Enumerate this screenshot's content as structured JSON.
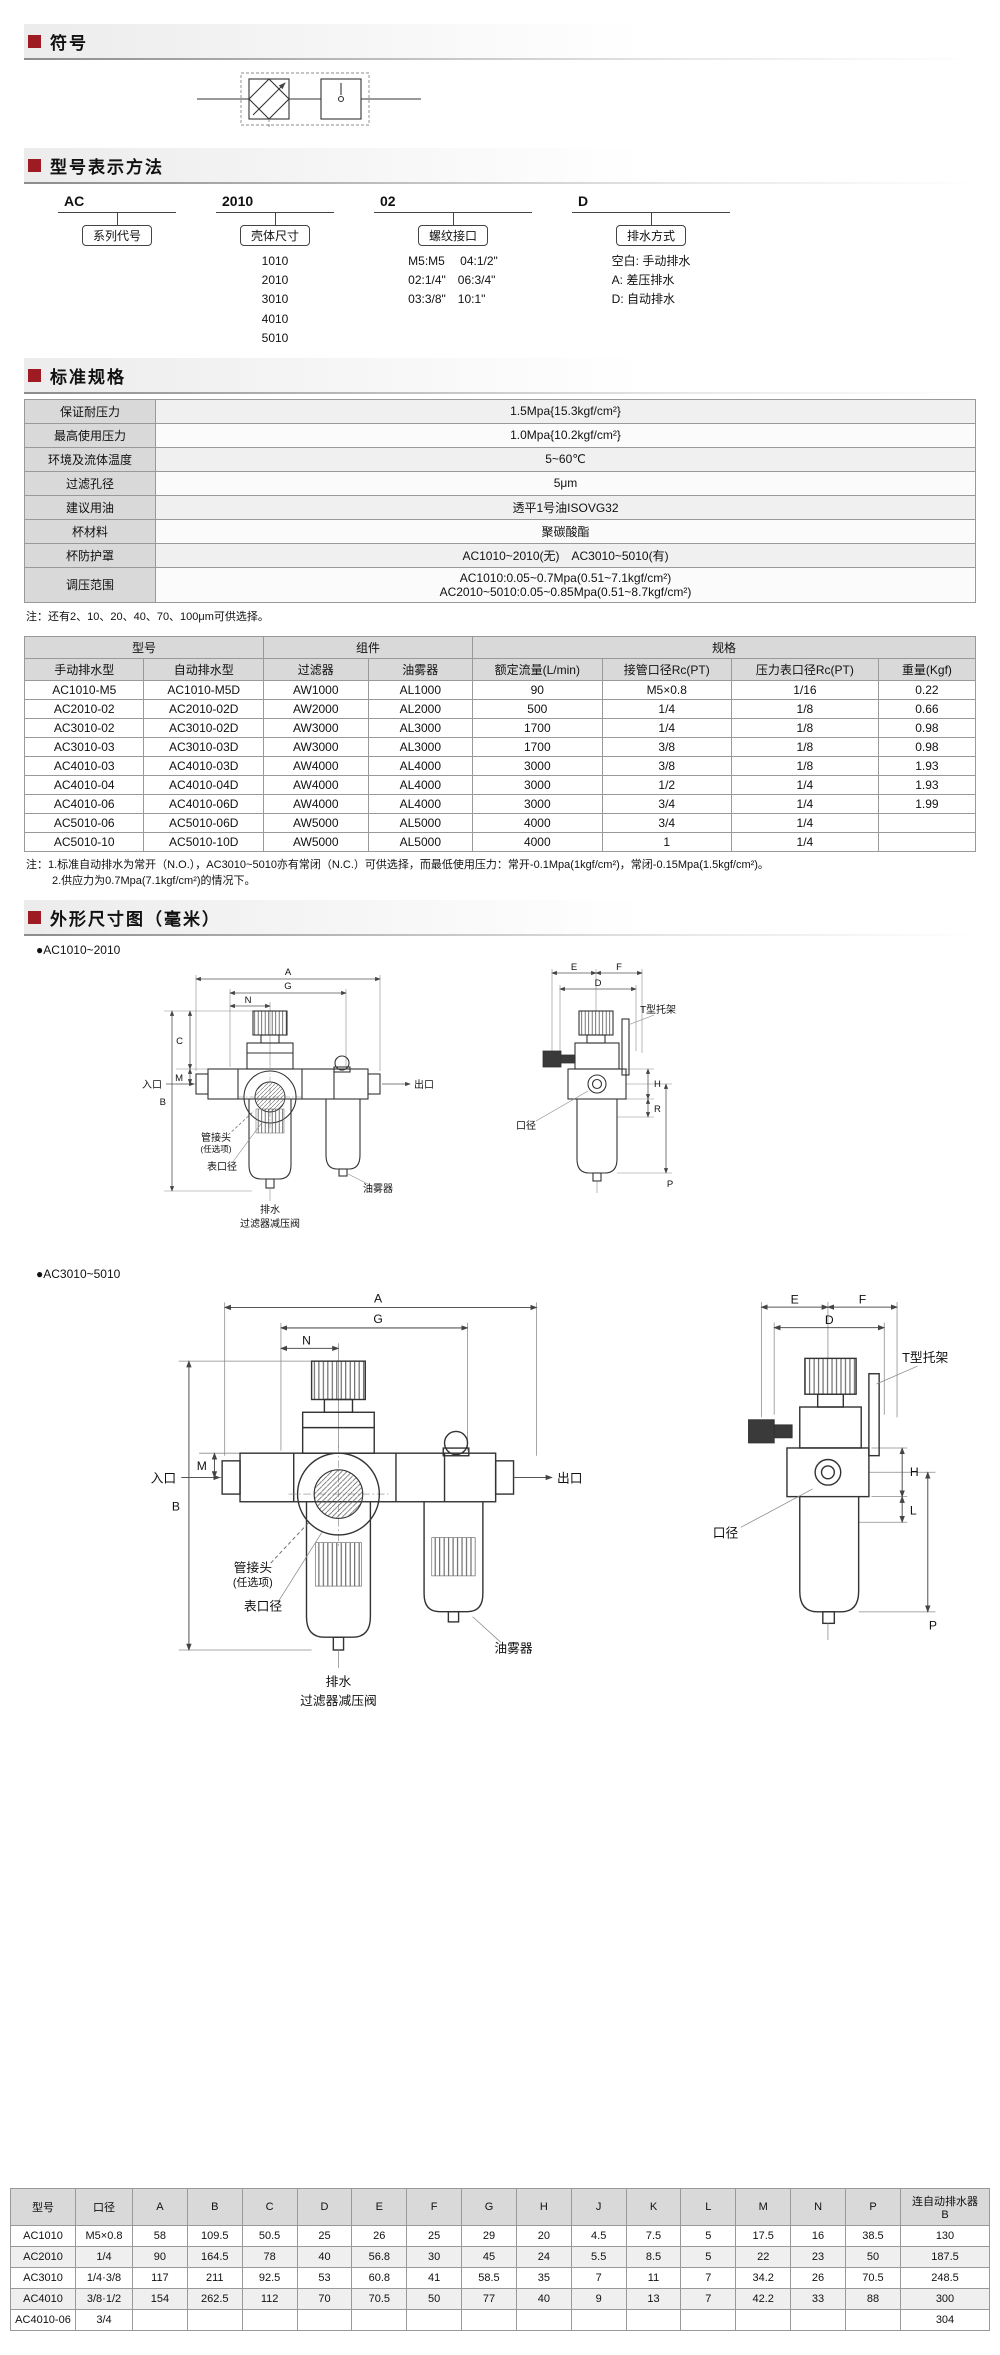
{
  "sections": {
    "s1": "符号",
    "s2": "型号表示方法",
    "s3": "标准规格",
    "s4": "外形尺寸图（毫米）"
  },
  "model_code": {
    "columns": [
      {
        "code": "AC",
        "label": "系列代号",
        "options": []
      },
      {
        "code": "2010",
        "label": "壳体尺寸",
        "options": [
          "1010",
          "2010",
          "3010",
          "4010",
          "5010"
        ]
      },
      {
        "code": "02",
        "label": "螺纹接口",
        "options": [
          "M5:M5　 04:1/2\"",
          "02:1/4\"　06:3/4\"",
          "03:3/8\"　10:1\""
        ]
      },
      {
        "code": "D",
        "label": "排水方式",
        "options": [
          "空白: 手动排水",
          "A: 差压排水",
          "D: 自动排水"
        ]
      }
    ]
  },
  "specs": {
    "rows": [
      [
        "保证耐压力",
        "1.5Mpa{15.3kgf/cm²}"
      ],
      [
        "最高使用压力",
        "1.0Mpa{10.2kgf/cm²}"
      ],
      [
        "环境及流体温度",
        "5~60℃"
      ],
      [
        "过滤孔径",
        "5μm"
      ],
      [
        "建议用油",
        "透平1号油ISOVG32"
      ],
      [
        "杯材料",
        "聚碳酸酯"
      ],
      [
        "杯防护罩",
        "AC1010~2010(无)　AC3010~5010(有)"
      ],
      [
        "调压范围",
        "AC1010:0.05~0.7Mpa(0.51~7.1kgf/cm²)\nAC2010~5010:0.05~0.85Mpa(0.51~8.7kgf/cm²)"
      ]
    ],
    "note": "注：还有2、10、20、40、70、100μm可供选择。"
  },
  "model_table": {
    "header": {
      "model_group": "型号",
      "component_group": "组件",
      "spec_group": "规格",
      "manual": "手动排水型",
      "auto": "自动排水型",
      "filter": "过滤器",
      "lubricator": "油雾器",
      "flow": "额定流量(L/min)",
      "port": "接管口径Rc(PT)",
      "gauge": "压力表口径Rc(PT)",
      "weight": "重量(Kgf)"
    },
    "rows": [
      [
        "AC1010-M5",
        "AC1010-M5D",
        "AW1000",
        "AL1000",
        "90",
        "M5×0.8",
        "1/16",
        "0.22"
      ],
      [
        "AC2010-02",
        "AC2010-02D",
        "AW2000",
        "AL2000",
        "500",
        "1/4",
        "1/8",
        "0.66"
      ],
      [
        "AC3010-02",
        "AC3010-02D",
        "AW3000",
        "AL3000",
        "1700",
        "1/4",
        "1/8",
        "0.98"
      ],
      [
        "AC3010-03",
        "AC3010-03D",
        "AW3000",
        "AL3000",
        "1700",
        "3/8",
        "1/8",
        "0.98"
      ],
      [
        "AC4010-03",
        "AC4010-03D",
        "AW4000",
        "AL4000",
        "3000",
        "3/8",
        "1/8",
        "1.93"
      ],
      [
        "AC4010-04",
        "AC4010-04D",
        "AW4000",
        "AL4000",
        "3000",
        "1/2",
        "1/4",
        "1.93"
      ],
      [
        "AC4010-06",
        "AC4010-06D",
        "AW4000",
        "AL4000",
        "3000",
        "3/4",
        "1/4",
        "1.99"
      ],
      [
        "AC5010-06",
        "AC5010-06D",
        "AW5000",
        "AL5000",
        "4000",
        "3/4",
        "1/4",
        ""
      ],
      [
        "AC5010-10",
        "AC5010-10D",
        "AW5000",
        "AL5000",
        "4000",
        "1",
        "1/4",
        ""
      ]
    ],
    "note1": "注：1.标准自动排水为常开（N.O.），AC3010~5010亦有常闭（N.C.）可供选择，而最低使用压力：常开-0.1Mpa(1kgf/cm²)，常闭-0.15Mpa(1.5kgf/cm²)。",
    "note2": "2.供应力为0.7Mpa(7.1kgf/cm²)的情况下。"
  },
  "drawings": {
    "caption1": "●AC1010~2010",
    "caption2": "●AC3010~5010",
    "lab": {
      "A": "A",
      "B": "B",
      "C": "C",
      "D": "D",
      "E": "E",
      "F": "F",
      "G": "G",
      "H": "H",
      "L": "L",
      "M": "M",
      "N": "N",
      "P": "P",
      "R": "R",
      "inlet": "入口",
      "outlet": "出口",
      "fitting": "管接头",
      "optional": "(任选项)",
      "gaugeport": "表口径",
      "lubricator": "油雾器",
      "drain": "排水",
      "filterreg": "过滤器减压阀",
      "bracket": "T型托架",
      "bore": "口径"
    }
  },
  "dim_table": {
    "headers": [
      "型号",
      "口径",
      "A",
      "B",
      "C",
      "D",
      "E",
      "F",
      "G",
      "H",
      "J",
      "K",
      "L",
      "M",
      "N",
      "P",
      "连自动排水器\nB"
    ],
    "rows": [
      [
        "AC1010",
        "M5×0.8",
        "58",
        "109.5",
        "50.5",
        "25",
        "26",
        "25",
        "29",
        "20",
        "4.5",
        "7.5",
        "5",
        "17.5",
        "16",
        "38.5",
        "130"
      ],
      [
        "AC2010",
        "1/4",
        "90",
        "164.5",
        "78",
        "40",
        "56.8",
        "30",
        "45",
        "24",
        "5.5",
        "8.5",
        "5",
        "22",
        "23",
        "50",
        "187.5"
      ],
      [
        "AC3010",
        "1/4·3/8",
        "117",
        "211",
        "92.5",
        "53",
        "60.8",
        "41",
        "58.5",
        "35",
        "7",
        "11",
        "7",
        "34.2",
        "26",
        "70.5",
        "248.5"
      ],
      [
        "AC4010",
        "3/8·1/2",
        "154",
        "262.5",
        "112",
        "70",
        "70.5",
        "50",
        "77",
        "40",
        "9",
        "13",
        "7",
        "42.2",
        "33",
        "88",
        "300"
      ],
      [
        "AC4010-06",
        "3/4",
        "",
        "",
        "",
        "",
        "",
        "",
        "",
        "",
        "",
        "",
        "",
        "",
        "",
        "",
        "304"
      ]
    ]
  }
}
